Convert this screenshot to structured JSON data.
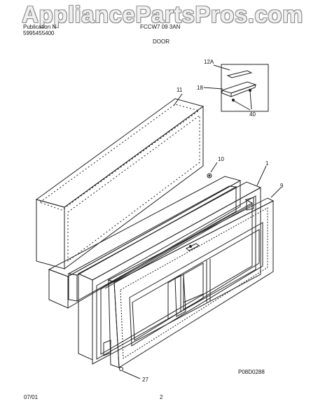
{
  "watermark": "AppliancePartsPros.com",
  "header": {
    "publication_label": "Publication N",
    "publication_number": "5995455400",
    "model_label": "FCCW7 09 3AN",
    "section_title": "DOOR"
  },
  "callouts": {
    "c12a": "12A",
    "c18": "18",
    "c40": "40",
    "c11": "11",
    "c10": "10",
    "c1": "1",
    "c9": "9",
    "c27": "27"
  },
  "figure_code": "P08D0288",
  "footer": {
    "date": "07/01",
    "page": "2"
  }
}
